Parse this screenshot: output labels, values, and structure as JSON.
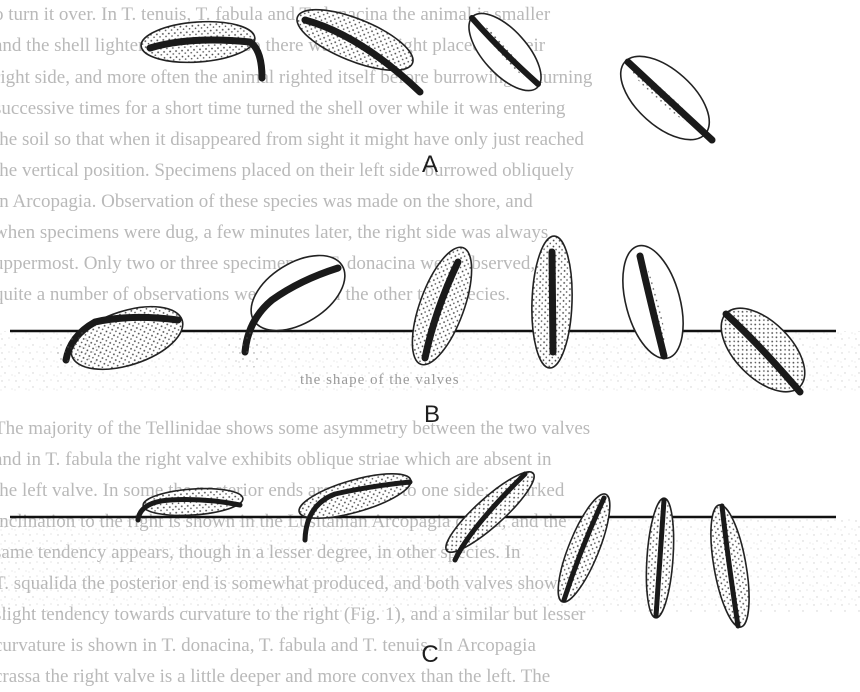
{
  "background_text": {
    "lines": [
      "o turn it over.  In T. tenuis, T. fabula and T. donacina the animal is smaller",
      "and the shell lighter and thinner, so there was less weight placed on their",
      "right side, and more often the animal righted itself before burrowing; returning",
      "successive times for a short time turned the shell over while it was entering",
      "the soil so that when it disappeared from sight it might have only just reached",
      "the vertical position.  Specimens placed on their left side burrowed obliquely",
      "in Arcopagia.  Observation of these species was made on the shore, and",
      "when specimens were dug, a few minutes later, the right side was always",
      "uppermost.  Only two or three specimens of T. donacina were observed, but",
      "quite a number of observations were made on the other two species."
    ],
    "section_heading": "the shape of the valves",
    "lines_after": [
      "The majority of the Tellinidae shows some asymmetry between the two valves",
      "and in T. fabula the right valve exhibits oblique striae which are absent in",
      "the left valve.  In some the posterior ends are inclined to one side: a marked",
      "inclination to the right is shown in the Lusitanian Arcopagia crassa, and the",
      "same tendency appears, though in a lesser degree, in other species.  In",
      "T. squalida the posterior end is somewhat produced, and both valves show a",
      "slight tendency towards curvature to the right (Fig. 1), and a similar but lesser",
      "curvature is shown in T. donacina, T. fabula and T. tenuis.  In Arcopagia",
      "crassa the right valve is a little deeper and more convex than the left.  The"
    ]
  },
  "figure": {
    "labels": {
      "a": "A",
      "b": "B",
      "c": "C"
    }
  }
}
